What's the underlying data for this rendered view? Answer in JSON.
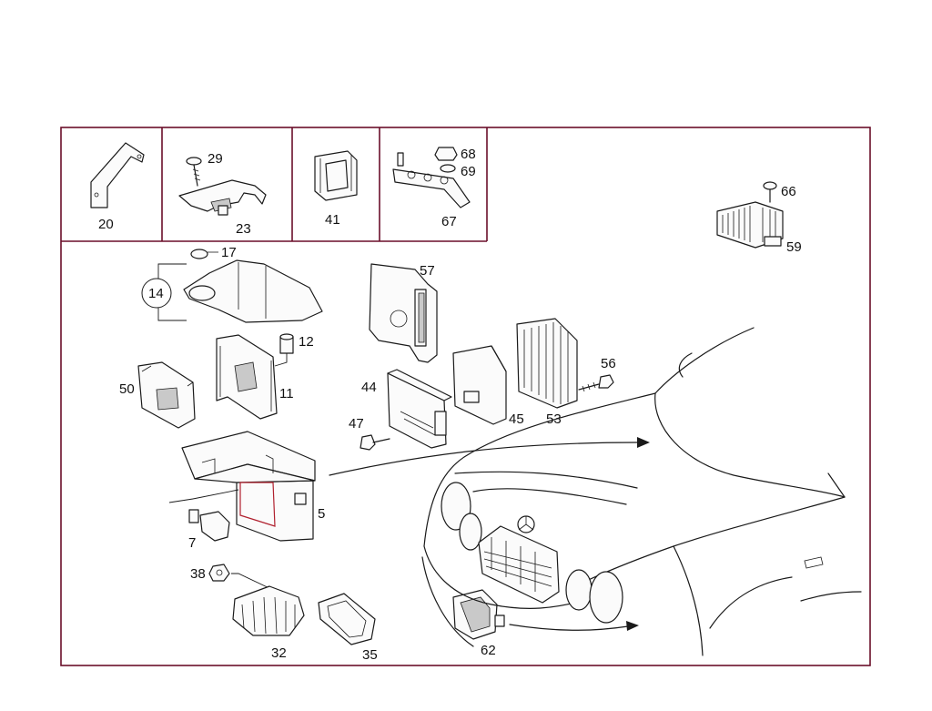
{
  "callouts": {
    "c20": "20",
    "c29": "29",
    "c23": "23",
    "c41": "41",
    "c68": "68",
    "c69": "69",
    "c67": "67",
    "c66": "66",
    "c59": "59",
    "c17": "17",
    "c14": "14",
    "c57": "57",
    "c12": "12",
    "c11": "11",
    "c50": "50",
    "c44": "44",
    "c45": "45",
    "c53": "53",
    "c56": "56",
    "c47": "47",
    "c5": "5",
    "c7": "7",
    "c38": "38",
    "c32": "32",
    "c35": "35",
    "c62": "62"
  },
  "colors": {
    "frame": "#6b0f2a",
    "highlight": "#b0202e",
    "ink": "#1a1a1a"
  }
}
